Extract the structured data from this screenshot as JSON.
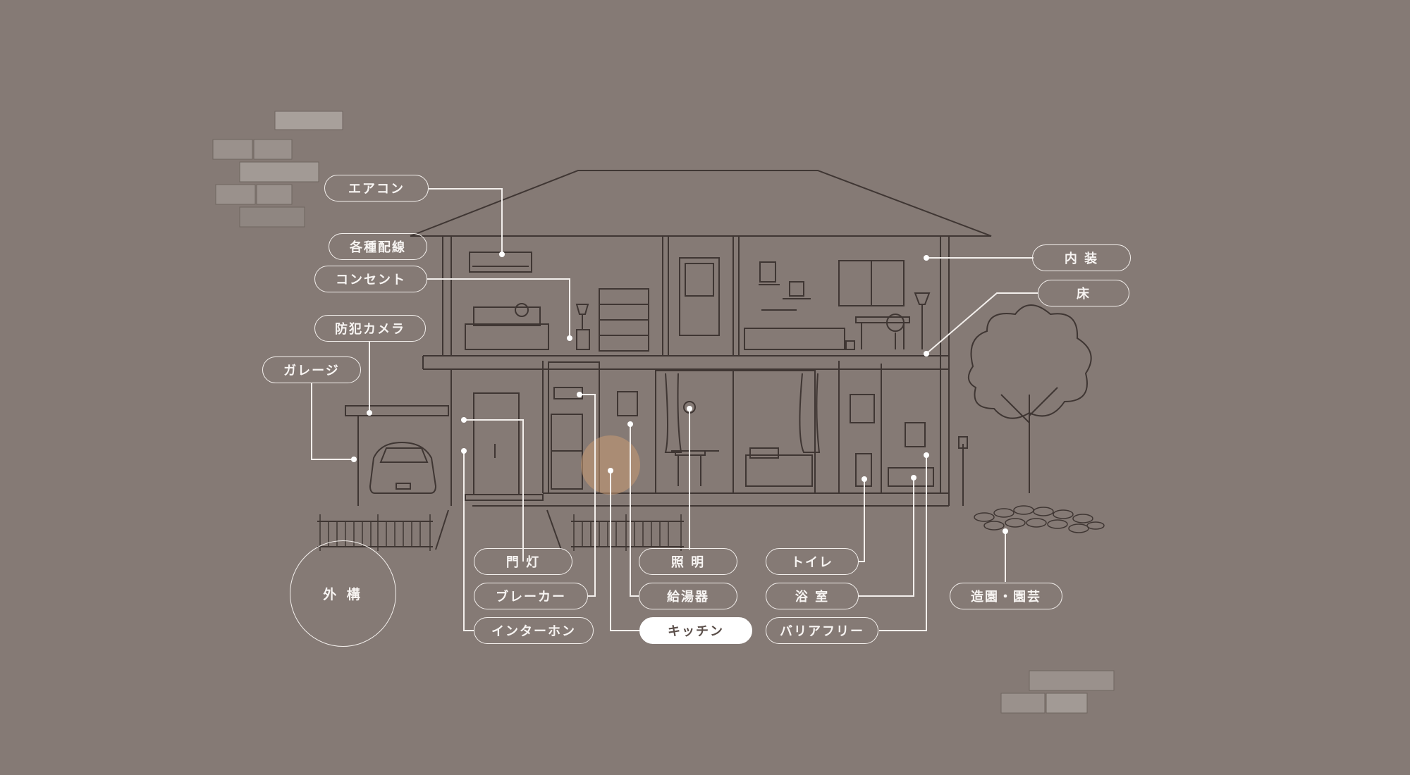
{
  "labels": {
    "aircon": "エアコン",
    "wiring": "各種配線",
    "outlet": "コンセント",
    "camera": "防犯カメラ",
    "garage": "ガレージ",
    "interior": "内 装",
    "floor": "床",
    "gate_light": "門 灯",
    "breaker": "ブレーカー",
    "intercom": "インターホン",
    "lighting": "照 明",
    "water_heater": "給湯器",
    "kitchen": "キッチン",
    "toilet": "トイレ",
    "bathroom": "浴 室",
    "barrier_free": "バリアフリー",
    "landscaping": "造園・園芸",
    "exterior": "外 構"
  },
  "active_item": "kitchen",
  "colors": {
    "background": "#857a75",
    "line": "#f3efec",
    "sketch": "#3f3633",
    "active_fill": "#ffffff",
    "highlight": "#c99a72"
  }
}
